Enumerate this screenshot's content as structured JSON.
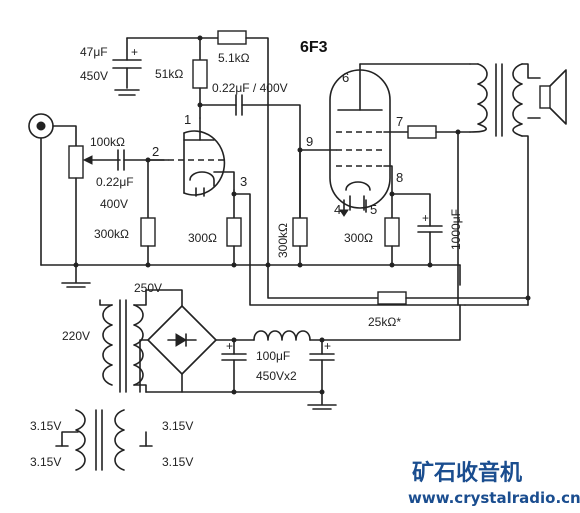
{
  "diagram": {
    "tube_label": "6F3",
    "labels": {
      "c_filter_top": "47μF",
      "c_filter_top_v": "450V",
      "r_51k": "51kΩ",
      "r_5k1": "5.1kΩ",
      "c_coupling": "0.22μF / 400V",
      "r_volume": "100kΩ",
      "c_input": "0.22μF",
      "c_input_v": "400V",
      "r_grid1": "300kΩ",
      "r_cathode1": "300Ω",
      "r_grid2": "300kΩ",
      "r_cathode2": "300Ω",
      "c_bypass": "1000μF",
      "xfmr_secondary": "250V",
      "xfmr_primary": "220V",
      "r_feedback": "25kΩ*",
      "c_filter_main": "100μF",
      "c_filter_main_v": "450Vx2",
      "heater_l1": "3.15V",
      "heater_l2": "3.15V",
      "heater_r1": "3.15V",
      "heater_r2": "3.15V"
    },
    "pins": {
      "p1": "1",
      "p2": "2",
      "p3": "3",
      "p4": "4",
      "p5": "5",
      "p6": "6",
      "p7": "7",
      "p8": "8",
      "p9": "9"
    },
    "watermark": {
      "brand": "矿石收音机",
      "url": "www.crystalradio.cn"
    }
  }
}
